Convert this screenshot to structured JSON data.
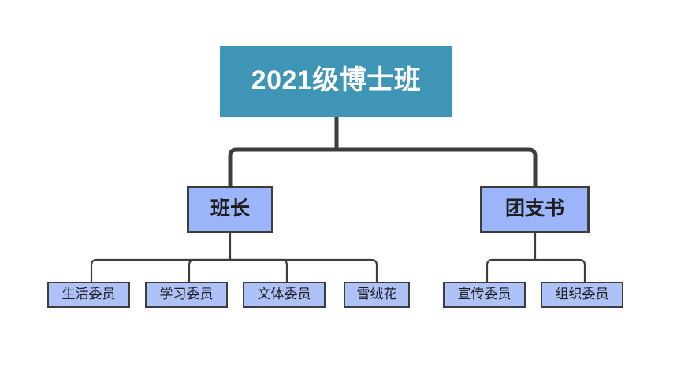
{
  "chart_data": {
    "type": "diagram",
    "subtype": "organization-chart",
    "title": "2021级博士班",
    "orientation": "top-down",
    "levels": 3,
    "node_count": 9,
    "colors": {
      "root_fill": "#3f95b5",
      "root_text": "#ffffff",
      "mid_fill": "#9cb5fa",
      "leaf_fill": "#aec2f7",
      "border": "#3d3d3d",
      "connector": "#3d3d3d",
      "background": "#ffffff"
    },
    "nodes": [
      {
        "id": "root",
        "label": "2021级博士班",
        "level": 0,
        "parent": null
      },
      {
        "id": "banzhang",
        "label": "班长",
        "level": 1,
        "parent": "root"
      },
      {
        "id": "tuanzhishu",
        "label": "团支书",
        "level": 1,
        "parent": "root"
      },
      {
        "id": "shenghuo",
        "label": "生活委员",
        "level": 2,
        "parent": "banzhang"
      },
      {
        "id": "xuexi",
        "label": "学习委员",
        "level": 2,
        "parent": "banzhang"
      },
      {
        "id": "wenti",
        "label": "文体委员",
        "level": 2,
        "parent": "banzhang"
      },
      {
        "id": "xuerong",
        "label": "雪绒花",
        "level": 2,
        "parent": "banzhang"
      },
      {
        "id": "xuanchuan",
        "label": "宣传委员",
        "level": 2,
        "parent": "tuanzhishu"
      },
      {
        "id": "zuzhi",
        "label": "组织委员",
        "level": 2,
        "parent": "tuanzhishu"
      }
    ],
    "edges": [
      {
        "from": "root",
        "to": "banzhang"
      },
      {
        "from": "root",
        "to": "tuanzhishu"
      },
      {
        "from": "banzhang",
        "to": "shenghuo"
      },
      {
        "from": "banzhang",
        "to": "xuexi"
      },
      {
        "from": "banzhang",
        "to": "wenti"
      },
      {
        "from": "banzhang",
        "to": "xuerong"
      },
      {
        "from": "tuanzhishu",
        "to": "xuanchuan"
      },
      {
        "from": "tuanzhishu",
        "to": "zuzhi"
      }
    ]
  },
  "root": {
    "label": "2021级博士班"
  },
  "mid": [
    {
      "label": "班长"
    },
    {
      "label": "团支书"
    }
  ],
  "leaves": [
    {
      "label": "生活委员"
    },
    {
      "label": "学习委员"
    },
    {
      "label": "文体委员"
    },
    {
      "label": "雪绒花"
    },
    {
      "label": "宣传委员"
    },
    {
      "label": "组织委员"
    }
  ]
}
